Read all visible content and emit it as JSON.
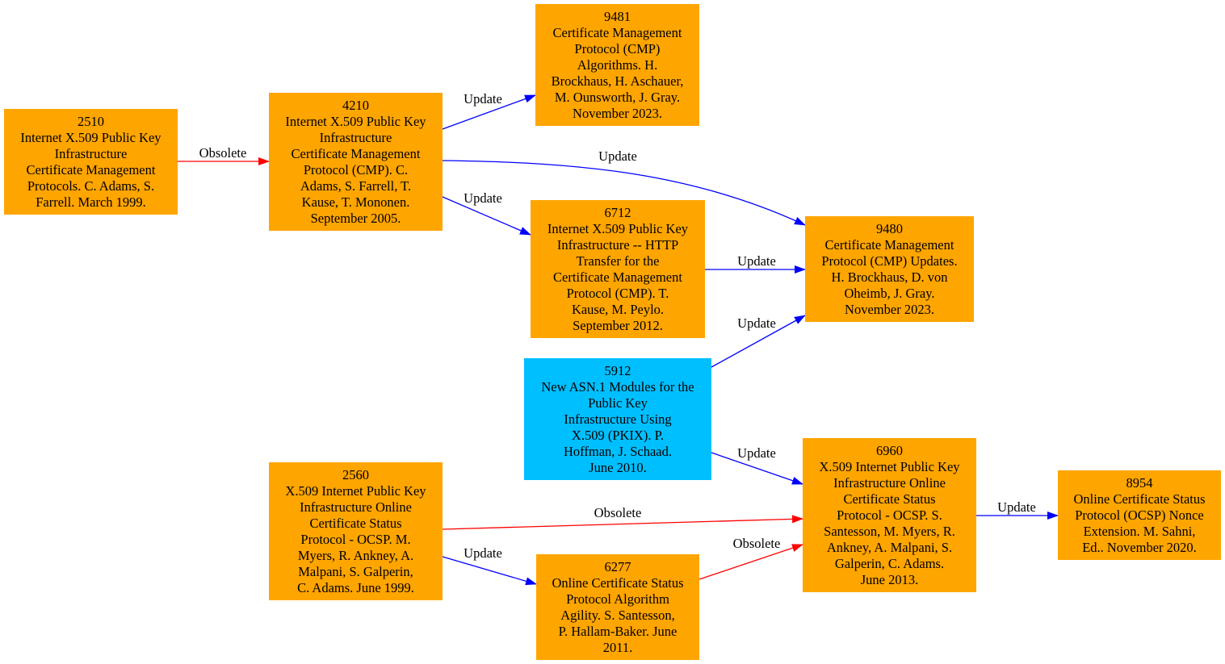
{
  "colors": {
    "node_default": "#ffa500",
    "node_highlight": "#00bfff",
    "update_edge": "#0000ff",
    "obsolete_edge": "#ff0000"
  },
  "nodes": {
    "n2510": {
      "lines": [
        "2510",
        "Internet X.509 Public Key",
        "Infrastructure",
        "Certificate Management",
        "Protocols. C. Adams, S.",
        "Farrell. March 1999."
      ]
    },
    "n4210": {
      "lines": [
        "4210",
        "Internet X.509 Public Key",
        "Infrastructure",
        "Certificate Management",
        "Protocol (CMP). C.",
        "Adams, S. Farrell, T.",
        "Kause, T. Mononen.",
        "September 2005."
      ]
    },
    "n9481": {
      "lines": [
        "9481",
        "Certificate Management",
        "Protocol (CMP)",
        "Algorithms. H.",
        "Brockhaus, H. Aschauer,",
        "M. Ounsworth, J. Gray.",
        "November 2023."
      ]
    },
    "n6712": {
      "lines": [
        "6712",
        "Internet X.509 Public Key",
        "Infrastructure -- HTTP",
        "Transfer for the",
        "Certificate Management",
        "Protocol (CMP). T.",
        "Kause, M. Peylo.",
        "September 2012."
      ]
    },
    "n9480": {
      "lines": [
        "9480",
        "Certificate Management",
        "Protocol (CMP) Updates.",
        "H. Brockhaus, D. von",
        "Oheimb, J. Gray.",
        "November 2023."
      ]
    },
    "n5912": {
      "lines": [
        "5912",
        "New ASN.1 Modules for the",
        "Public Key",
        "Infrastructure Using",
        "X.509 (PKIX). P.",
        "Hoffman, J. Schaad.",
        "June 2010."
      ]
    },
    "n2560": {
      "lines": [
        "2560",
        "X.509 Internet Public Key",
        "Infrastructure Online",
        "Certificate Status",
        "Protocol - OCSP. M.",
        "Myers, R. Ankney, A.",
        "Malpani, S. Galperin,",
        "C. Adams. June 1999."
      ]
    },
    "n6960": {
      "lines": [
        "6960",
        "X.509 Internet Public Key",
        "Infrastructure Online",
        "Certificate Status",
        "Protocol - OCSP. S.",
        "Santesson, M. Myers, R.",
        "Ankney, A. Malpani, S.",
        "Galperin, C. Adams.",
        "June 2013."
      ]
    },
    "n6277": {
      "lines": [
        "6277",
        "Online Certificate Status",
        "Protocol Algorithm",
        "Agility. S. Santesson,",
        "P. Hallam-Baker. June",
        "2011."
      ]
    },
    "n8954": {
      "lines": [
        "8954",
        "Online Certificate Status",
        "Protocol (OCSP) Nonce",
        "Extension. M. Sahni,",
        "Ed.. November 2020."
      ]
    }
  },
  "edges": [
    {
      "from": "2510",
      "to": "4210",
      "label": "Obsolete",
      "kind": "obsolete"
    },
    {
      "from": "4210",
      "to": "9481",
      "label": "Update",
      "kind": "update"
    },
    {
      "from": "4210",
      "to": "9480",
      "label": "Update",
      "kind": "update"
    },
    {
      "from": "4210",
      "to": "6712",
      "label": "Update",
      "kind": "update"
    },
    {
      "from": "6712",
      "to": "9480",
      "label": "Update",
      "kind": "update"
    },
    {
      "from": "5912",
      "to": "9480",
      "label": "Update",
      "kind": "update"
    },
    {
      "from": "5912",
      "to": "6960",
      "label": "Update",
      "kind": "update"
    },
    {
      "from": "2560",
      "to": "6960",
      "label": "Obsolete",
      "kind": "obsolete"
    },
    {
      "from": "2560",
      "to": "6277",
      "label": "Update",
      "kind": "update"
    },
    {
      "from": "6277",
      "to": "6960",
      "label": "Obsolete",
      "kind": "obsolete"
    },
    {
      "from": "6960",
      "to": "8954",
      "label": "Update",
      "kind": "update"
    }
  ]
}
